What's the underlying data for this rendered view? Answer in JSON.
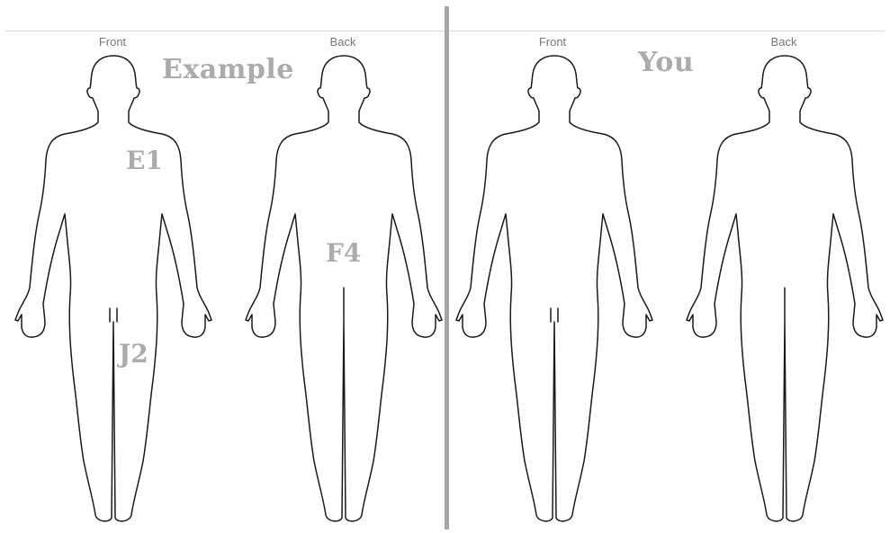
{
  "panels": [
    {
      "title": "Example",
      "views": [
        {
          "label": "Front"
        },
        {
          "label": "Back"
        }
      ],
      "codes": [
        "E1",
        "J2",
        "F4"
      ]
    },
    {
      "title": "You",
      "views": [
        {
          "label": "Front"
        },
        {
          "label": "Back"
        }
      ]
    }
  ]
}
